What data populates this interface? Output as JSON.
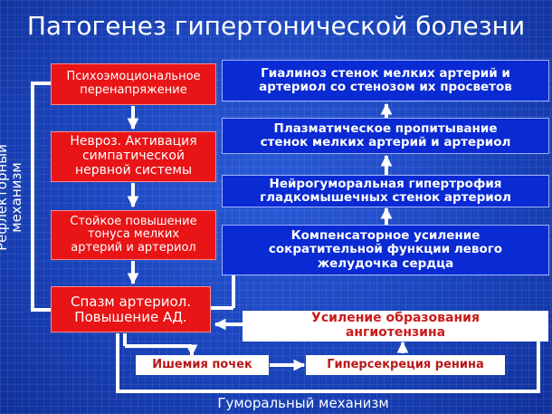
{
  "title": "Патогенез гипертонической болезни",
  "reflex_label": [
    "Рефлекторный",
    "механизм"
  ],
  "humoral_label": "Гуморальный механизм",
  "left_chain": [
    {
      "lines": [
        "Психоэмоциональное",
        "перенапряжение"
      ]
    },
    {
      "lines": [
        "Невроз. Активация",
        "симпатической",
        "нервной системы"
      ]
    },
    {
      "lines": [
        "Стойкое повышение",
        "тонуса мелких",
        "артерий и артериол"
      ]
    },
    {
      "lines": [
        "Спазм артериол.",
        "Повышение АД."
      ]
    }
  ],
  "right_chain": [
    {
      "lines": [
        "Гиалиноз стенок мелких артерий и",
        "артериол со стенозом их просветов"
      ]
    },
    {
      "lines": [
        "Плазматическое пропитывание",
        "стенок мелких артерий и артериол"
      ]
    },
    {
      "lines": [
        "Нейрогуморальная гипертрофия",
        "гладкомышечных стенок артериол"
      ]
    },
    {
      "lines": [
        "Компенсаторное усиление",
        "сократительной функции левого",
        "желудочка сердца"
      ]
    }
  ],
  "angiotensin": {
    "lines": [
      "Усиление образования",
      "ангиотензина"
    ]
  },
  "kidney_ischemia": "Ишемия почек",
  "renin": "Гиперсекреция ренина",
  "colors": {
    "background": "#1840b8",
    "cause_box": "#e81416",
    "consequence_box": "#0a2ad4",
    "accent_text": "#cc1a1a",
    "connector": "#ffffff"
  }
}
